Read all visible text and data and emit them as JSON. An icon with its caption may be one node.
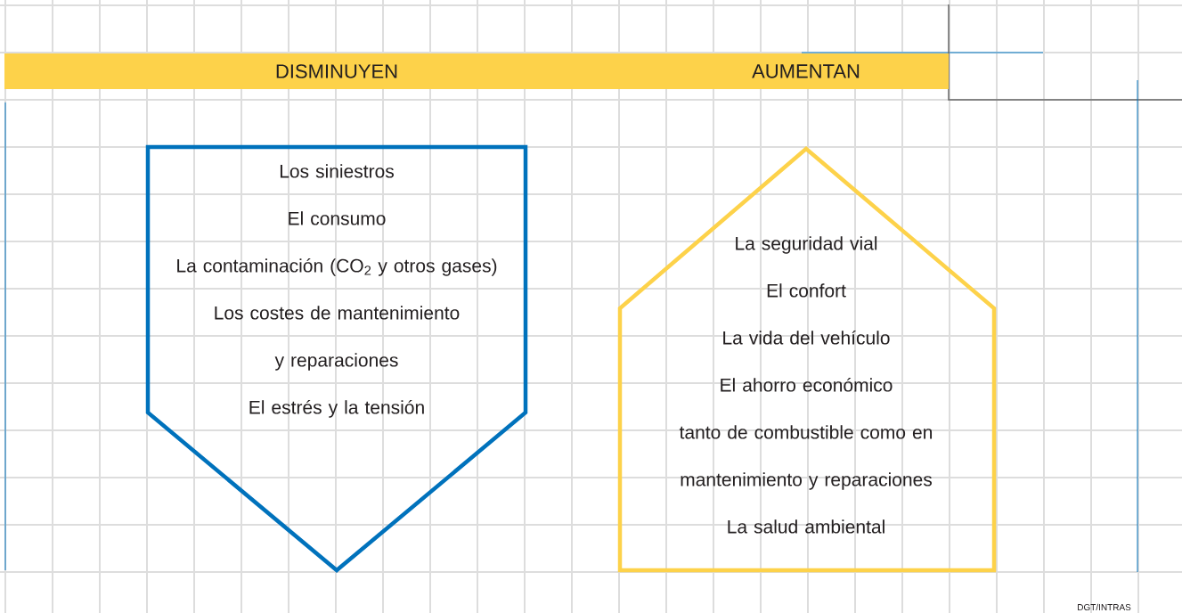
{
  "diagram": {
    "nodes": [
      {
        "text": [
          "DISMINUYEN",
          "AUMENTAN"
        ]
      },
      {
        "text": [
          "Los siniestros",
          "El consumo",
          "La contaminación (CO$_{2}$ y otros gases)",
          "Los costes de mantenimiento y reparaciones",
          "El estrés y la tensión"
        ]
      },
      {
        "text": [
          "La seguridad vial",
          "El confort",
          "La vida del vehículo",
          "El ahorro económico",
          "tanto de combustible como en mantenimiento y reparaciones",
          "La salud ambiental"
        ]
      }
    ],
    "labels": [
      "DGT/INTRAS"
    ]
  }
}
